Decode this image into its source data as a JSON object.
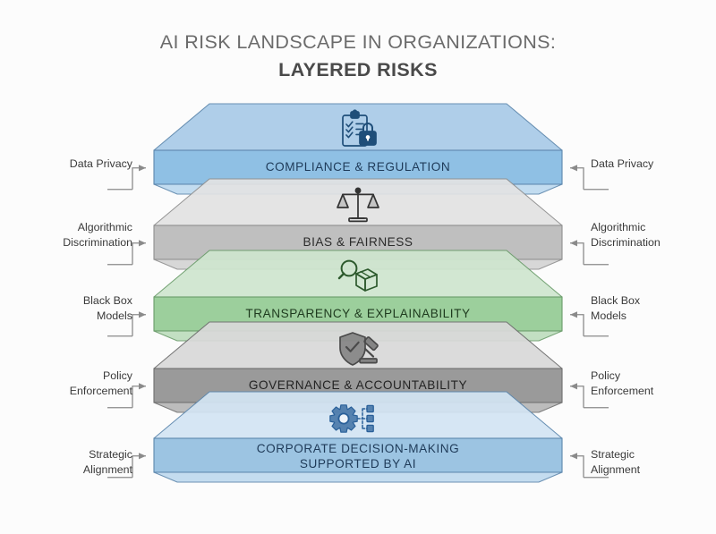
{
  "title": {
    "line1": "AI RISK LANDSCAPE IN ORGANIZATIONS:",
    "line2": "LAYERED RISKS"
  },
  "background_color": "#fcfcfc",
  "diagram": {
    "type": "layered-stack",
    "layer_count": 5,
    "layers": [
      {
        "id": "compliance-regulation",
        "caption": "COMPLIANCE & REGULATION",
        "icon": "clipboard-lock-icon",
        "left_label": "Data Privacy",
        "right_label": "Data Privacy",
        "top_color": "#a9cbe8",
        "front_color": "#8fc0e4",
        "bevel_color": "#bcd9ef",
        "edge_color": "#5d87ad",
        "text_color": "#1f3b59",
        "icon_color": "#1f4e79"
      },
      {
        "id": "bias-fairness",
        "caption": "BIAS & FAIRNESS",
        "icon": "balance-scales-icon",
        "left_label": "Algorithmic\nDiscrimination",
        "right_label": "Algorithmic\nDiscrimination",
        "top_color": "#e3e3e3",
        "front_color": "#bfbfbf",
        "bevel_color": "#d4d4d4",
        "edge_color": "#8f8f8f",
        "text_color": "#2b2b2b",
        "icon_color": "#333333"
      },
      {
        "id": "transparency-explainability",
        "caption": "TRANSPARENCY & EXPLAINABILITY",
        "icon": "magnifier-box-icon",
        "left_label": "Black Box\nModels",
        "right_label": "Black Box\nModels",
        "top_color": "#cfe6cf",
        "front_color": "#9ccf9c",
        "bevel_color": "#bcdcbc",
        "edge_color": "#6a9c6a",
        "text_color": "#1e3a1e",
        "icon_color": "#2d5a2d"
      },
      {
        "id": "governance-accountability",
        "caption": "GOVERNANCE & ACCOUNTABILITY",
        "icon": "shield-gavel-icon",
        "left_label": "Policy\nEnforcement",
        "right_label": "Policy\nEnforcement",
        "top_color": "#d9d9d9",
        "front_color": "#9a9a9a",
        "bevel_color": "#b6b6b6",
        "edge_color": "#6f6f6f",
        "text_color": "#232323",
        "icon_color": "#4a4a4a"
      },
      {
        "id": "corporate-decision-making",
        "caption": "CORPORATE DECISION-MAKING\nSUPPORTED BY AI",
        "icon": "gear-nodes-icon",
        "left_label": "Strategic\nAlignment",
        "right_label": "Strategic\nAlignment",
        "top_color": "#d3e5f4",
        "front_color": "#9cc4e2",
        "bevel_color": "#bfd9ee",
        "edge_color": "#5d87ad",
        "text_color": "#1f3b59",
        "icon_color": "#2a6099"
      }
    ],
    "connector_color": "#8a8a8a"
  }
}
